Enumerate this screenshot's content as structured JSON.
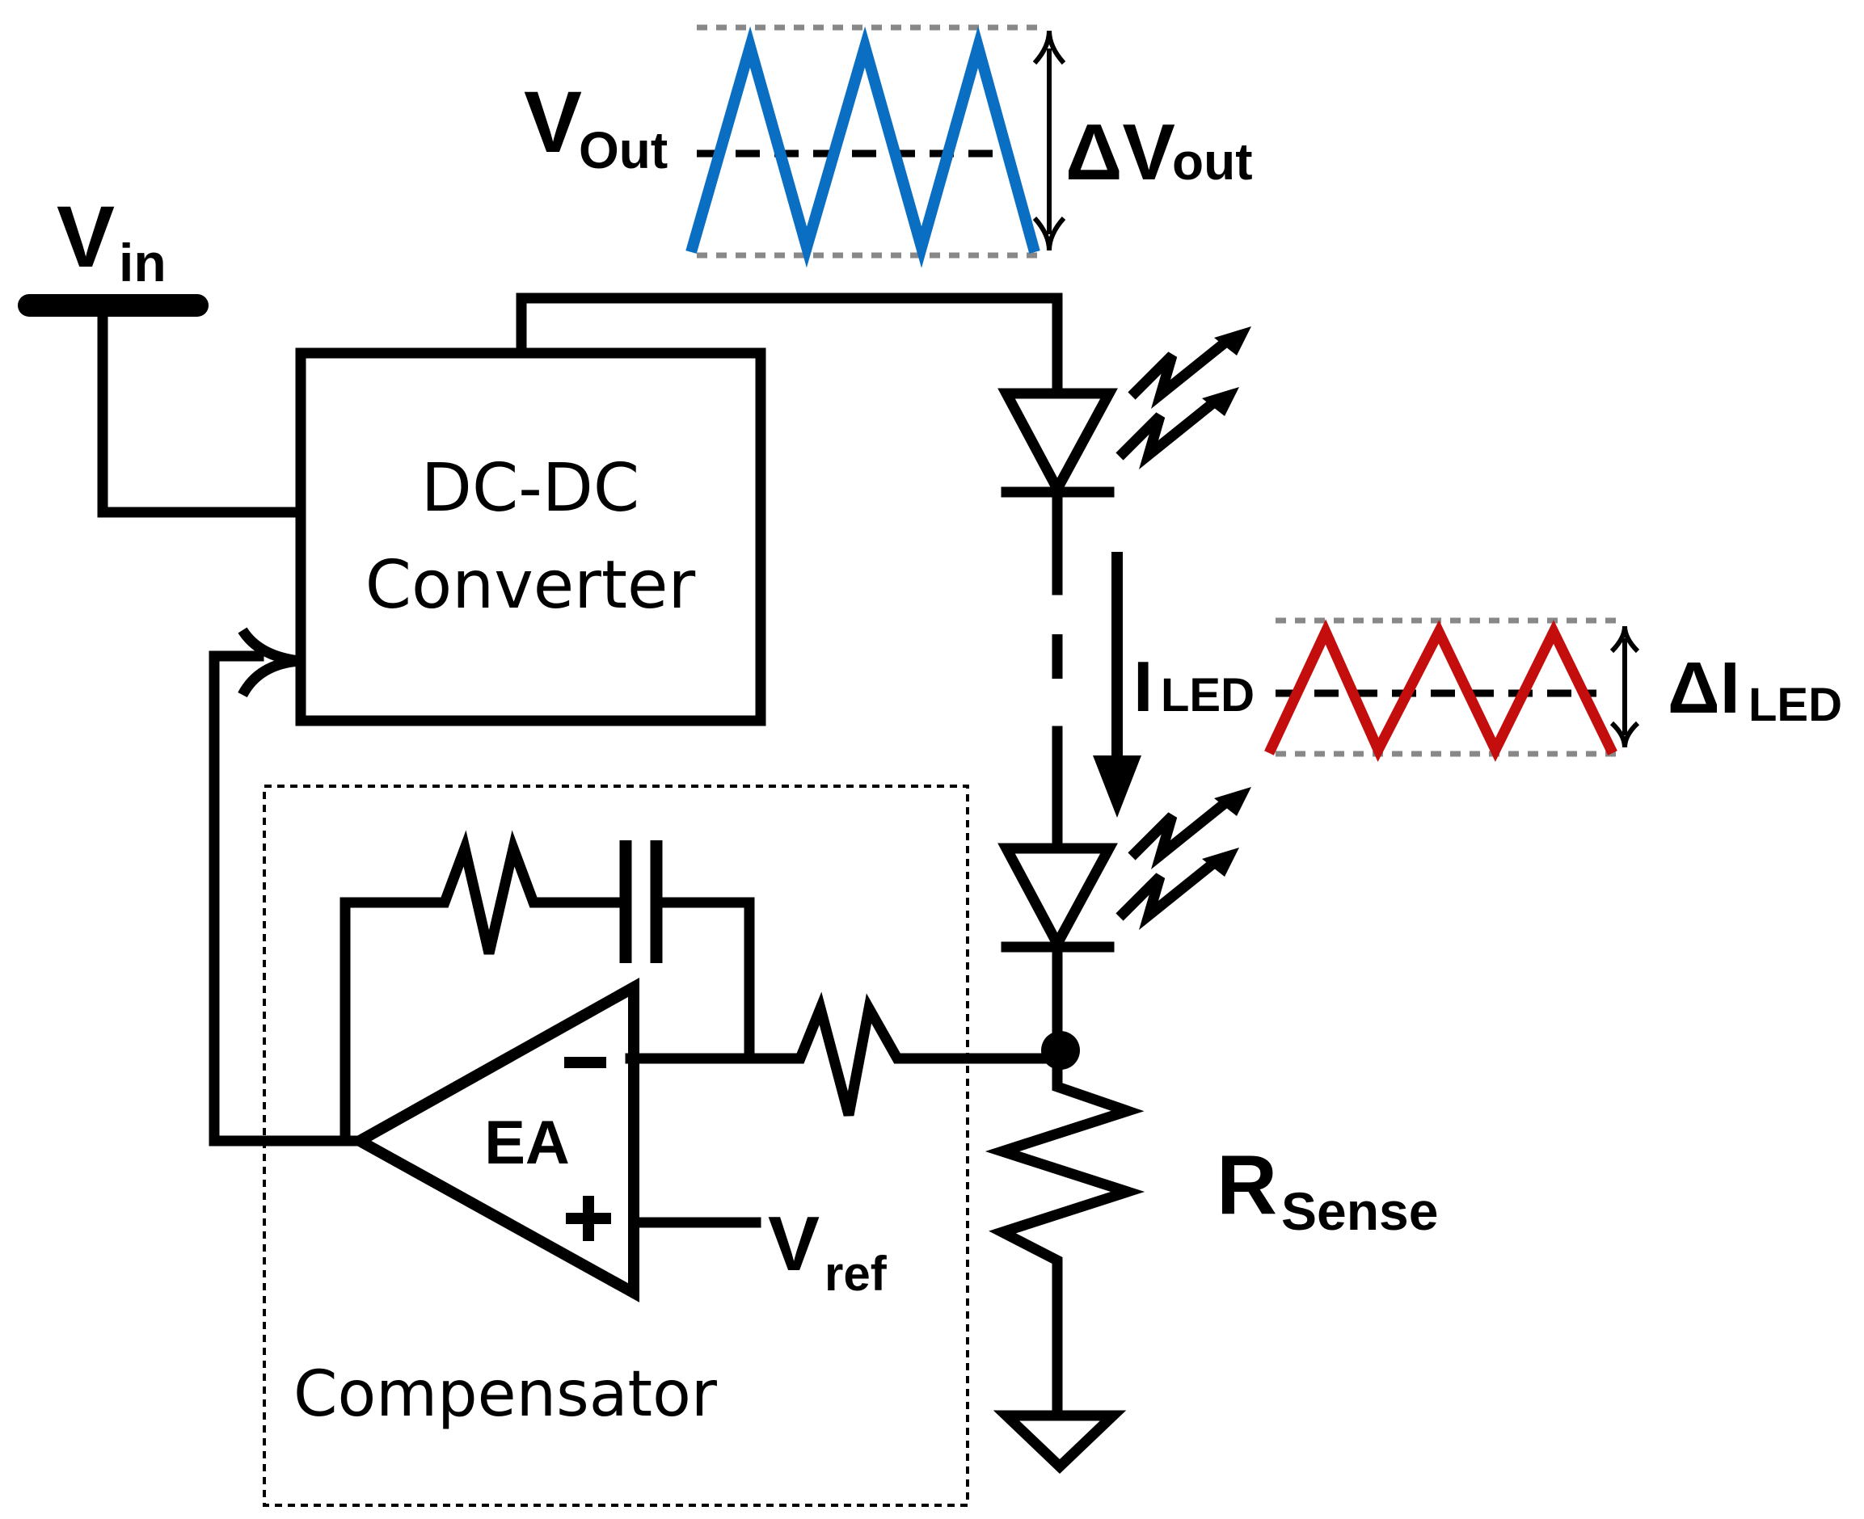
{
  "labels": {
    "vin_main": "V",
    "vin_sub": "in",
    "vout_main": "V",
    "vout_sub": "Out",
    "delta_vout_main": "ΔV",
    "delta_vout_sub": "out",
    "iled_main": "I",
    "iled_sub": "LED",
    "delta_iled_main": "ΔI",
    "delta_iled_sub": "LED",
    "converter_line1": "DC-DC",
    "converter_line2": "Converter",
    "ea": "EA",
    "minus": "−",
    "plus": "+",
    "vref_main": "V",
    "vref_sub": "ref",
    "rsense_main": "R",
    "rsense_sub": "Sense",
    "compensator": "Compensator"
  },
  "colors": {
    "vout_ripple": "#0a6fc2",
    "iled_ripple": "#c40d0d",
    "wire": "#000000",
    "guide": "#888888"
  },
  "icons": {
    "led": "led-diode-icon",
    "resistor": "resistor-icon",
    "capacitor": "capacitor-icon",
    "ground": "ground-icon",
    "opamp": "opamp-icon"
  }
}
